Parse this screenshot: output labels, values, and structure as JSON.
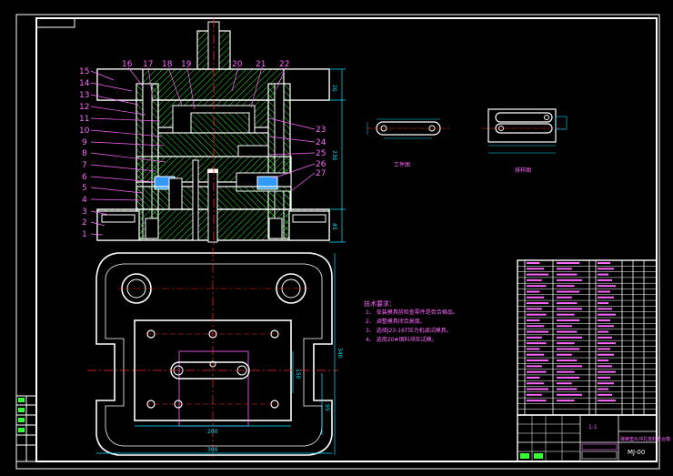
{
  "colors": {
    "background": "#000000",
    "outline": "#ffffff",
    "hatch": "#33ff33",
    "centerline": "#ff2a2a",
    "labels": "#ff66ff",
    "dimension": "#00e5ff",
    "accent": "#3399ff"
  },
  "part_labels_left": [
    "15",
    "14",
    "13",
    "12",
    "11",
    "10",
    "9",
    "8",
    "7",
    "6",
    "5",
    "4",
    "3",
    "2",
    "1"
  ],
  "part_labels_top": [
    "16",
    "17",
    "18",
    "19",
    "20",
    "21",
    "22"
  ],
  "part_labels_right": [
    "23",
    "24",
    "25",
    "26",
    "27"
  ],
  "dimensions": {
    "right_top": "20",
    "right_mid": "230",
    "right_bottom": "45",
    "plan_right_outer": "340",
    "plan_right_inner": "150",
    "plan_right_small": "95",
    "plan_bottom_inner": "200",
    "plan_bottom_outer": "300"
  },
  "workpiece_caption": "工件图",
  "layout_caption": "排样图",
  "technical_requirements": {
    "title": "技术要求：",
    "items": [
      "1、 安装模具前检查零件是否合格品。",
      "2、 调整模具闭合高度。",
      "3、 选择J23-16T压力机调试模具。",
      "4、 选用20#钢料冲压试模。"
    ]
  },
  "title_block": {
    "scale": "1:1",
    "drawing_name": "弹簧垫片冲孔落料复合模",
    "drawing_number": "MJ-00"
  }
}
